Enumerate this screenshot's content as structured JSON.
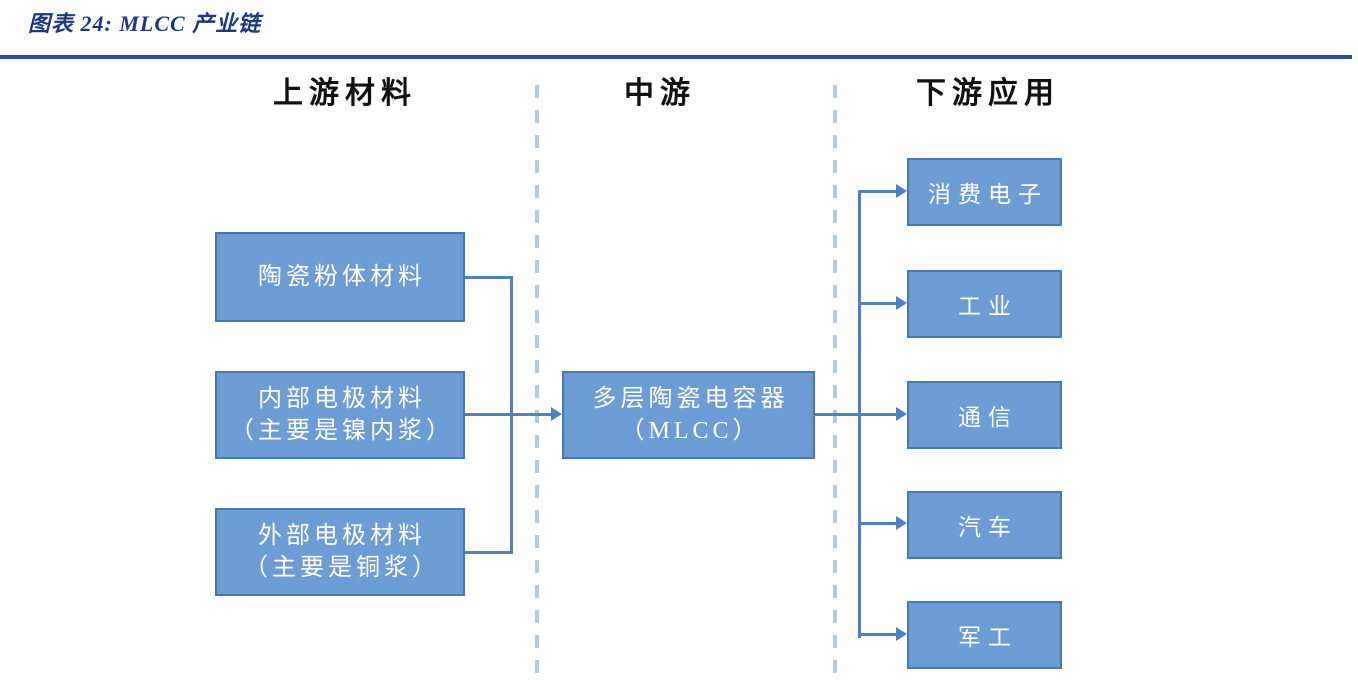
{
  "figure": {
    "title": "图表 24: MLCC 产业链"
  },
  "columns": {
    "upstream_label": "上游材料",
    "midstream_label": "中游",
    "downstream_label": "下游应用"
  },
  "upstream": {
    "boxes": [
      {
        "line1": "陶瓷粉体材料",
        "line2": ""
      },
      {
        "line1": "内部电极材料",
        "line2": "（主要是镍内浆）"
      },
      {
        "line1": "外部电极材料",
        "line2": "（主要是铜浆）"
      }
    ]
  },
  "midstream": {
    "box": {
      "line1": "多层陶瓷电容器",
      "line2": "（MLCC）"
    }
  },
  "downstream": {
    "boxes": [
      {
        "label": "消费电子"
      },
      {
        "label": "工业"
      },
      {
        "label": "通信"
      },
      {
        "label": "汽车"
      },
      {
        "label": "军工"
      }
    ]
  },
  "colors": {
    "box_fill": "#6C9CD3",
    "box_border": "#4677B3",
    "connector": "#4E81BD",
    "divider_dash": "#AFC9E9",
    "title_text": "#1E3A7A",
    "title_rule": "#2A5192",
    "header_text": "#111111",
    "box_text": "#FFFFFF"
  }
}
